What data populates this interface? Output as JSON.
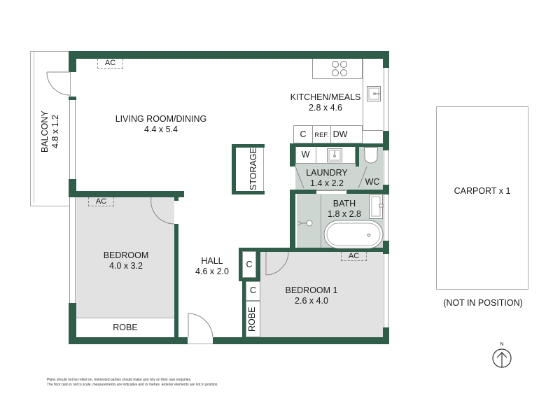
{
  "plan": {
    "wall_color": "#2f5d4a",
    "bedroom_fill": "#e2e2e2",
    "wet_area_fill": "#cdd6d1"
  },
  "rooms": {
    "living": {
      "name": "LIVING ROOM/DINING",
      "size": "4.4 x 5.4"
    },
    "kitchen": {
      "name": "KITCHEN/MEALS",
      "size": "2.8 x 4.6"
    },
    "balcony": {
      "name": "BALCONY",
      "size": "4.8 x 1.2"
    },
    "laundry": {
      "name": "LAUNDRY",
      "size": "1.4 x 2.2"
    },
    "bath": {
      "name": "BATH",
      "size": "1.8 x 2.8"
    },
    "bedroom": {
      "name": "BEDROOM",
      "size": "4.0 x 3.2"
    },
    "bedroom1": {
      "name": "BEDROOM 1",
      "size": "2.6 x 4.0"
    },
    "hall": {
      "name": "HALL",
      "size": "4.6 x 2.0"
    },
    "carport": {
      "name": "CARPORT x 1",
      "note": "(NOT IN POSITION)"
    }
  },
  "fixtures": {
    "storage": "STORAGE",
    "robe": "ROBE",
    "robe2": "ROBE",
    "cupboard": "C",
    "cupboard_hall": "C",
    "cupboard_robe": "C",
    "fridge": "REF.",
    "dishwasher": "DW",
    "washer": "W",
    "wc": "WC",
    "ac_living": "AC",
    "ac_bedroom": "AC",
    "ac_bedroom1": "AC"
  },
  "compass": {
    "label": "N"
  },
  "disclaimer": {
    "line1": "Plans should not be relied on. Interested parties should make and rely on their own enquiries.",
    "line2": "The floor plan is not to scale, measurements are indicative and in metres. Exterior elements are not in position."
  }
}
